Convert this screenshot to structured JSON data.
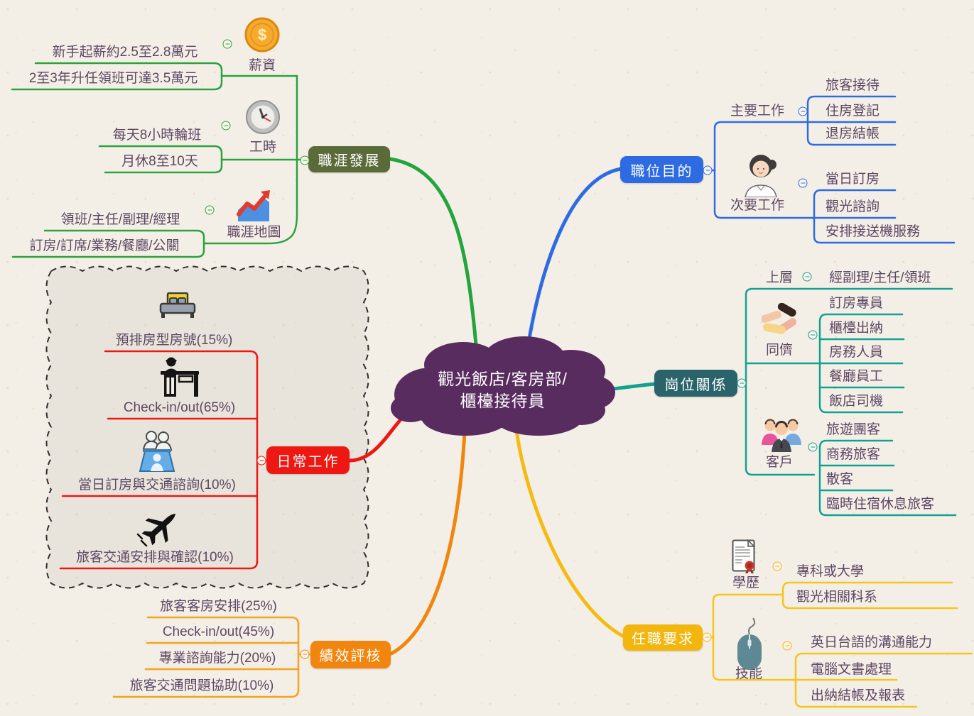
{
  "center": {
    "title_line1": "觀光飯店/客房部/",
    "title_line2": "櫃檯接待員"
  },
  "colors": {
    "center_bg": "#592c60",
    "career_node": "#5A6B39",
    "career_line": "#2BA23D",
    "purpose_node": "#2E6BE2",
    "purpose_line": "#2E6BE2",
    "relations_node": "#2B636B",
    "relations_line": "#12A191",
    "daily_node": "#EE1813",
    "daily_line": "#EE1813",
    "performance_node": "#F2850E",
    "performance_line": "#F6A21E",
    "requirements_node": "#F3B60F",
    "requirements_line": "#F5C41D",
    "text": "#5d4765"
  },
  "icons": {
    "dollar": "$"
  },
  "career": {
    "label": "職涯發展",
    "salary": {
      "label": "薪資",
      "item1": "新手起薪約2.5至2.8萬元",
      "item2": "2至3年升任領班可達3.5萬元"
    },
    "hours": {
      "label": "工時",
      "item1": "每天8小時輪班",
      "item2": "月休8至10天"
    },
    "map": {
      "label": "職涯地圖",
      "item1": "領班/主任/副理/經理",
      "item2": "訂房/訂席/業務/餐廳/公關"
    }
  },
  "purpose": {
    "label": "職位目的",
    "main": {
      "label": "主要工作",
      "item1": "旅客接待",
      "item2": "住房登記",
      "item3": "退房結帳"
    },
    "secondary": {
      "label": "次要工作",
      "item1": "當日訂房",
      "item2": "觀光諮詢",
      "item3": "安排接送機服務"
    }
  },
  "relations": {
    "label": "崗位關係",
    "upper": {
      "label": "上層",
      "item1": "經副理/主任/領班"
    },
    "peers": {
      "label": "同儕",
      "item1": "訂房專員",
      "item2": "櫃檯出納",
      "item3": "房務人員",
      "item4": "餐廳員工",
      "item5": "飯店司機"
    },
    "customers": {
      "label": "客戶",
      "item1": "旅遊團客",
      "item2": "商務旅客",
      "item3": "散客",
      "item4": "臨時住宿休息旅客"
    }
  },
  "daily": {
    "label": "日常工作",
    "item1": "預排房型房號(15%)",
    "item2": "Check-in/out(65%)",
    "item3": "當日訂房與交通諮詢(10%)",
    "item4": "旅客交通安排與確認(10%)"
  },
  "performance": {
    "label": "績效評核",
    "item1": "旅客客房安排(25%)",
    "item2": "Check-in/out(45%)",
    "item3": "專業諮詢能力(20%)",
    "item4": "旅客交通問題協助(10%)"
  },
  "requirements": {
    "label": "任職要求",
    "education": {
      "label": "學歷",
      "item1": "專科或大學",
      "item2": "觀光相關科系"
    },
    "skills": {
      "label": "技能",
      "item1": "英日台語的溝通能力",
      "item2": "電腦文書處理",
      "item3": "出納結帳及報表"
    }
  }
}
